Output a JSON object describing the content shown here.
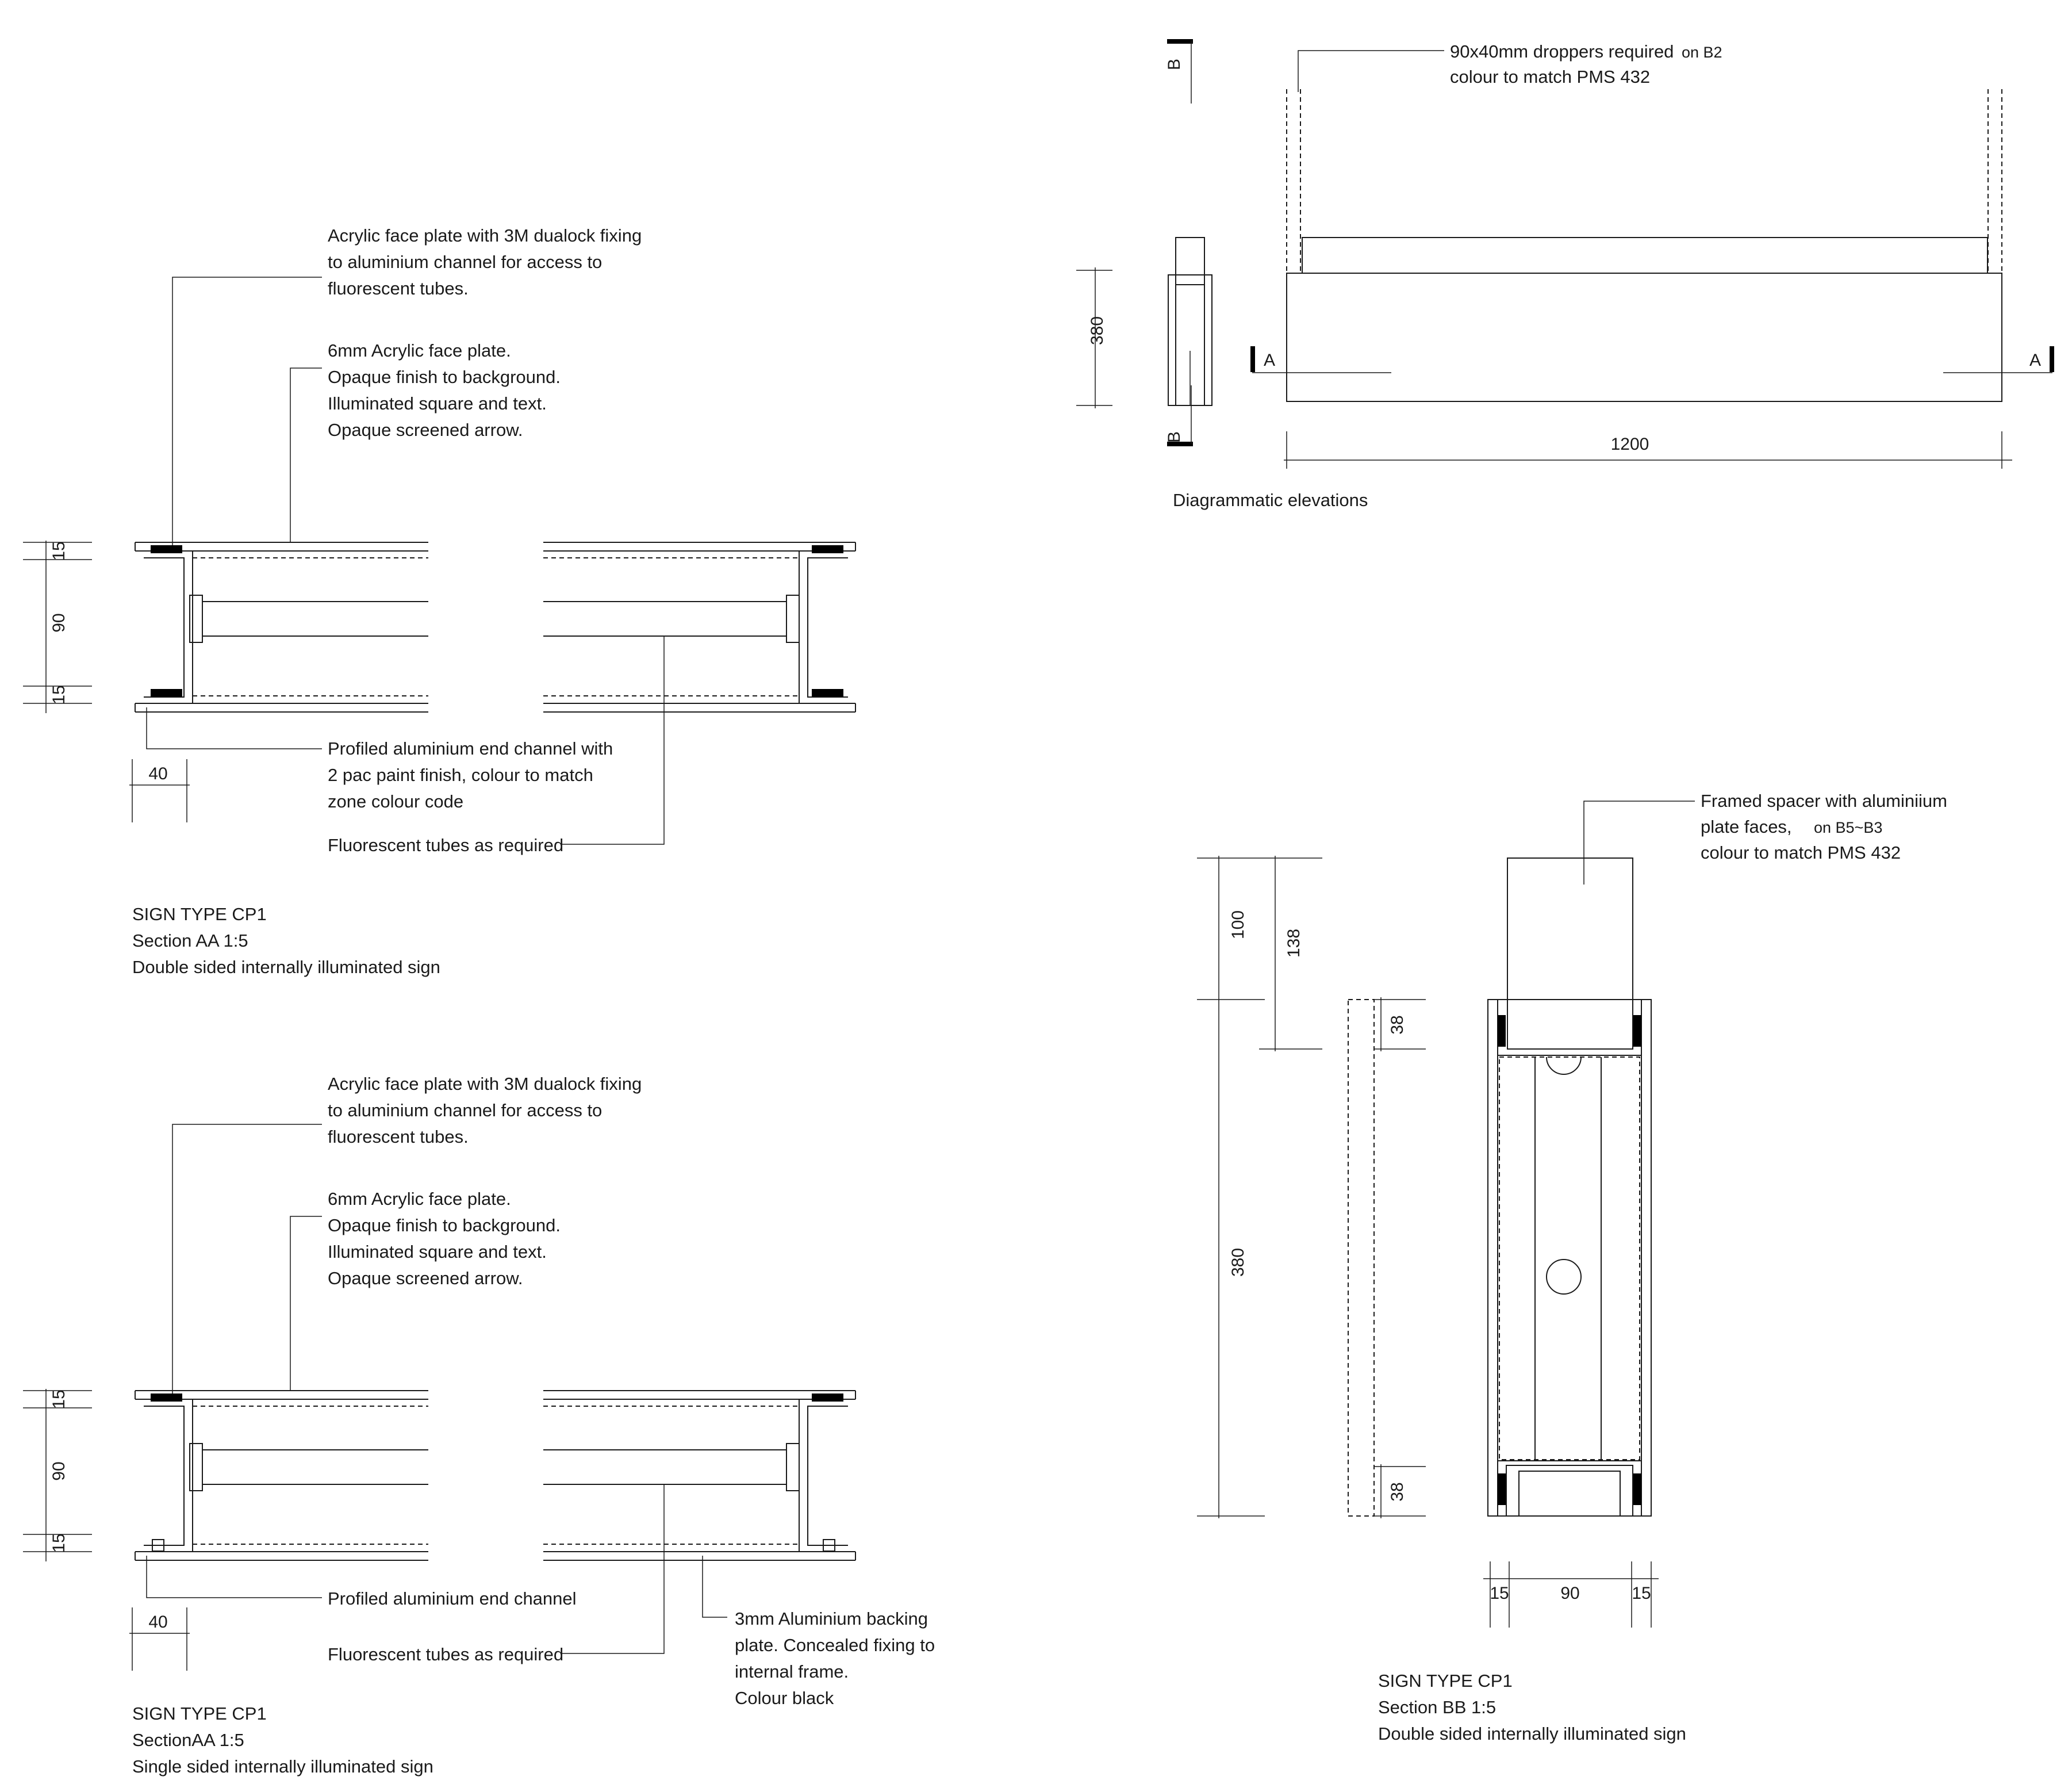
{
  "section_aa_double": {
    "note_dualock": [
      "Acrylic face plate with 3M dualock fixing",
      "to aluminium channel for access to",
      "fluorescent tubes."
    ],
    "note_faceplate": [
      "6mm Acrylic face plate.",
      "Opaque finish to background.",
      "Illuminated square and text.",
      "Opaque screened arrow."
    ],
    "note_channel": [
      "Profiled aluminium end channel with",
      "2 pac paint finish, colour to match",
      "zone colour code"
    ],
    "note_tubes": "Fluorescent tubes as required",
    "dims": {
      "top": "15",
      "middle": "90",
      "bottom": "15",
      "width": "40"
    },
    "title": [
      "SIGN TYPE CP1",
      "Section AA 1:5",
      "Double sided internally illuminated sign"
    ]
  },
  "section_aa_single": {
    "note_dualock": [
      "Acrylic face plate with 3M dualock fixing",
      "to aluminium channel for access to",
      "fluorescent tubes."
    ],
    "note_faceplate": [
      "6mm Acrylic face plate.",
      "Opaque finish to background.",
      "Illuminated square and text.",
      "Opaque screened arrow."
    ],
    "note_channel": "Profiled aluminium end channel",
    "note_tubes": "Fluorescent tubes as required",
    "note_backing": [
      "3mm Aluminium backing",
      "plate. Concealed fixing to",
      "internal frame.",
      "Colour black"
    ],
    "dims": {
      "top": "15",
      "middle": "90",
      "bottom": "15",
      "width": "40"
    },
    "title": [
      "SIGN TYPE CP1",
      "SectionAA 1:5",
      "Single sided internally illuminated sign"
    ]
  },
  "elevation": {
    "note_droppers": [
      "90x40mm droppers required",
      "on B2",
      "colour to match PMS 432"
    ],
    "section_marker_a": "A",
    "section_marker_b": "B",
    "dim_height": "380",
    "dim_width": "1200",
    "title": "Diagrammatic elevations"
  },
  "section_bb": {
    "note_spacer": [
      "Framed spacer with aluminiium",
      "plate faces,",
      "on B5~B3",
      "colour to match PMS 432"
    ],
    "dims": {
      "top_100": "100",
      "top_138": "138",
      "total_380": "380",
      "upper_38": "38",
      "lower_38": "38",
      "left_15": "15",
      "middle_90": "90",
      "right_15": "15"
    },
    "title": [
      "SIGN TYPE CP1",
      "Section BB 1:5",
      "Double sided internally illuminated sign"
    ]
  }
}
